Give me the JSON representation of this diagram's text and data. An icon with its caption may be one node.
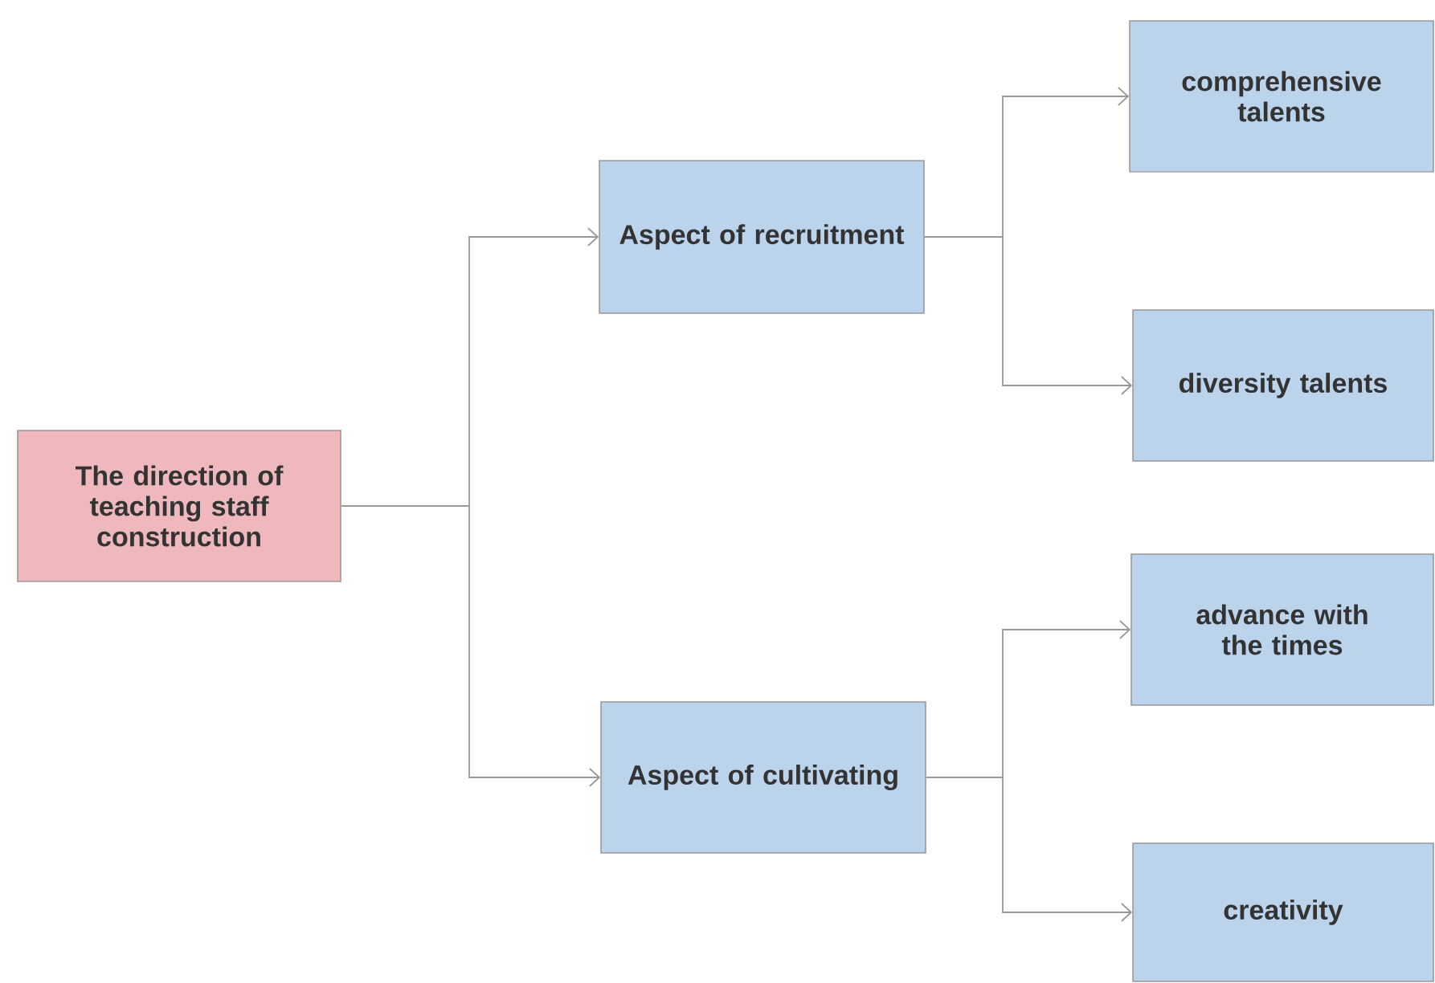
{
  "diagram": {
    "nodes": [
      {
        "text": [
          "The direction of teaching staff construction"
        ]
      },
      {
        "text": [
          "Aspect of recruitment"
        ]
      },
      {
        "text": [
          "Aspect of cultivating"
        ]
      },
      {
        "text": [
          "comprehensive talents"
        ]
      },
      {
        "text": [
          "diversity talents"
        ]
      },
      {
        "text": [
          "advance with the times"
        ]
      },
      {
        "text": [
          "creativity"
        ]
      }
    ],
    "edges": [
      {
        "from": 0,
        "to": 1,
        "arrow": "to"
      },
      {
        "from": 0,
        "to": 2,
        "arrow": "to"
      },
      {
        "from": 1,
        "to": 3,
        "arrow": "to"
      },
      {
        "from": 1,
        "to": 4,
        "arrow": "to"
      },
      {
        "from": 2,
        "to": 5,
        "arrow": "to"
      },
      {
        "from": 2,
        "to": 6,
        "arrow": "to"
      }
    ]
  }
}
